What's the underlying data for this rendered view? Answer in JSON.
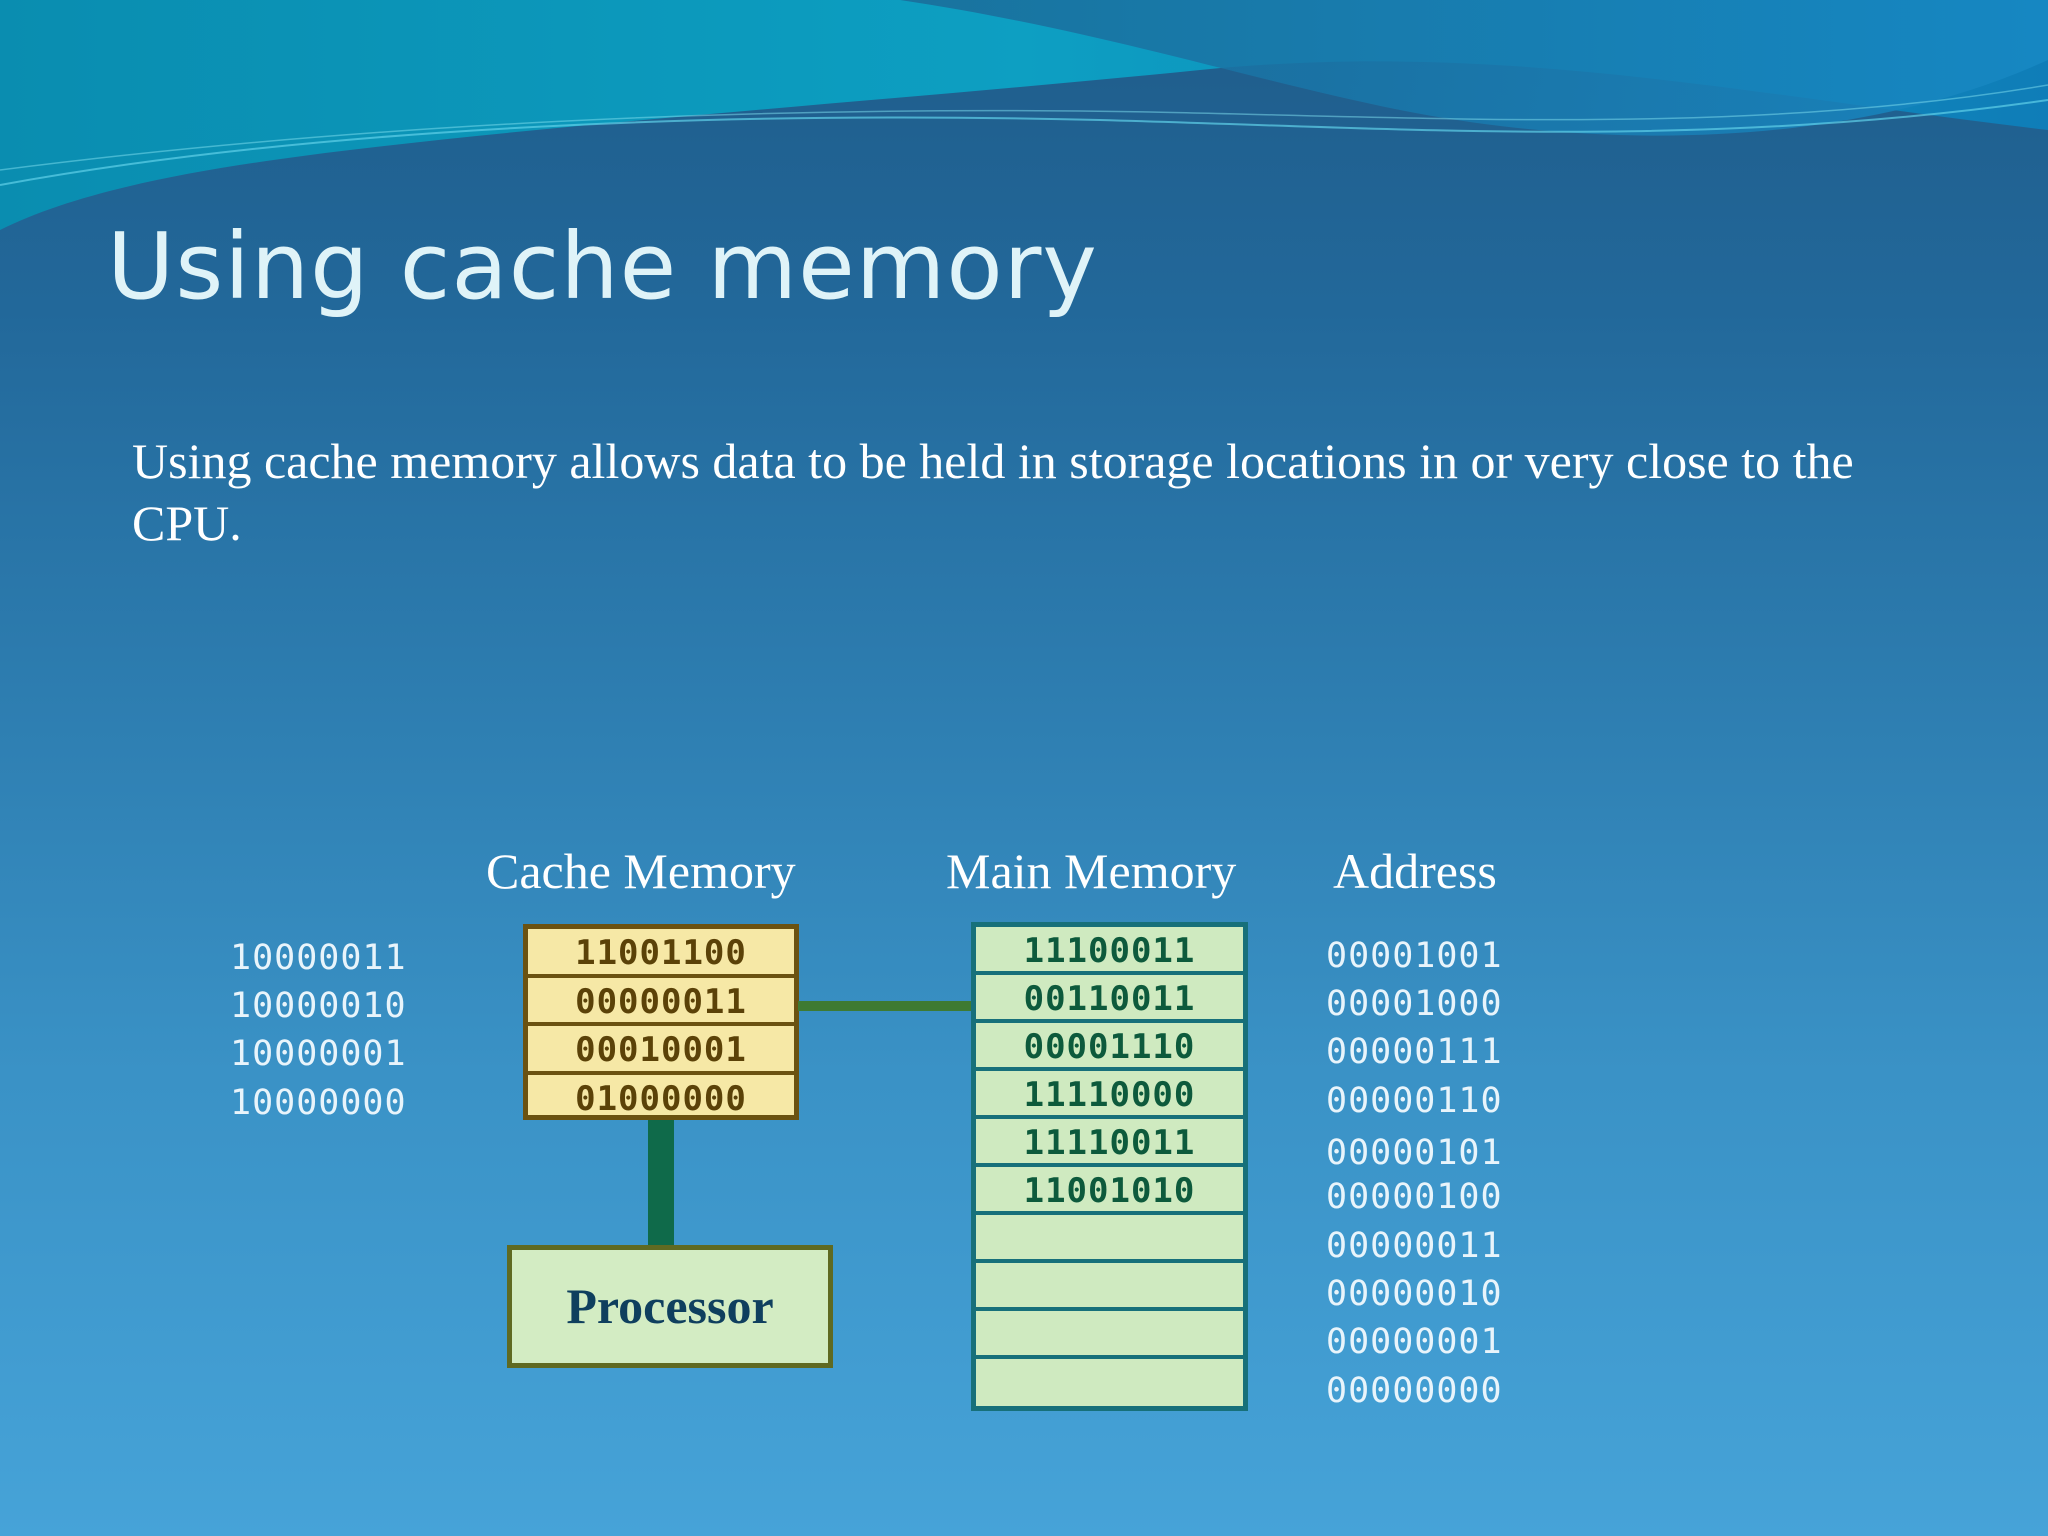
{
  "slide": {
    "title": "Using cache memory",
    "body": "Using cache memory allows data to be held in storage locations in or very close to the CPU."
  },
  "diagram": {
    "cache_label": "Cache Memory",
    "main_label": "Main Memory",
    "address_label": "Address",
    "processor_label": "Processor",
    "cache_addresses": [
      "10000011",
      "10000010",
      "10000001",
      "10000000"
    ],
    "cache_cells": [
      "11001100",
      "00000011",
      "00010001",
      "01000000"
    ],
    "main_cells": [
      "11100011",
      "00110011",
      "00001110",
      "11110000",
      "11110011",
      "11001010",
      "",
      "",
      "",
      ""
    ],
    "main_addresses": [
      "00001001",
      "00001000",
      "00000111",
      "00000110",
      "00000101",
      "00000100",
      "00000011",
      "00000010",
      "00000001",
      "00000000"
    ],
    "colors": {
      "cache_fill": "#f6e8a6",
      "cache_border": "#6b5211",
      "main_fill": "#cfeac0",
      "main_border": "#17707a",
      "processor_fill": "#d3ecc3",
      "processor_text": "#0f3f5e"
    }
  }
}
